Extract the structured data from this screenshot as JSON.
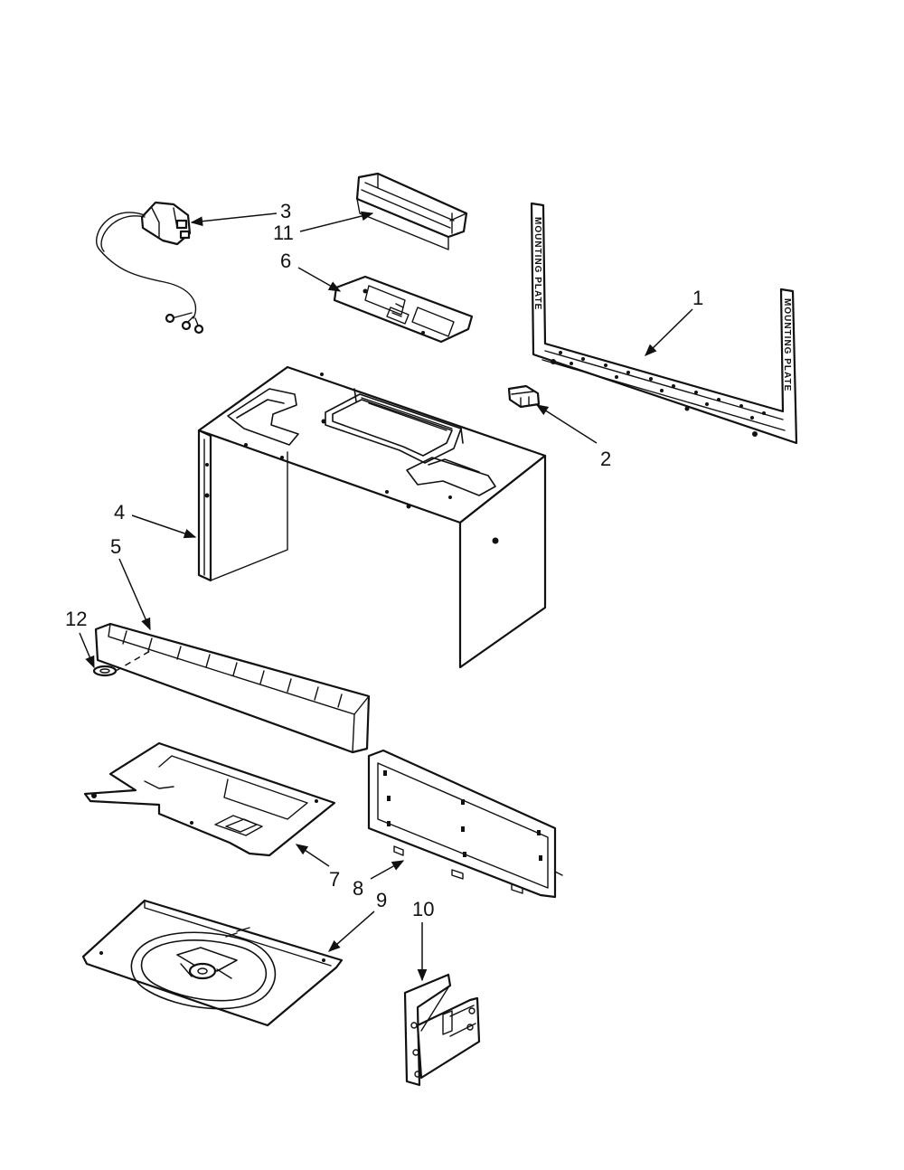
{
  "callouts": [
    {
      "id": "1",
      "text": "1"
    },
    {
      "id": "2",
      "text": "2"
    },
    {
      "id": "3",
      "text": "3"
    },
    {
      "id": "4",
      "text": "4"
    },
    {
      "id": "5",
      "text": "5"
    },
    {
      "id": "6",
      "text": "6"
    },
    {
      "id": "7",
      "text": "7"
    },
    {
      "id": "8",
      "text": "8"
    },
    {
      "id": "9",
      "text": "9"
    },
    {
      "id": "10",
      "text": "10"
    },
    {
      "id": "11",
      "text": "11"
    },
    {
      "id": "12",
      "text": "12"
    }
  ],
  "mounting_plate": {
    "left_text": "MOUNTING PLATE",
    "right_text": "MOUNTING PLATE"
  },
  "colors": {
    "line": "#111111",
    "background": "#ffffff"
  }
}
